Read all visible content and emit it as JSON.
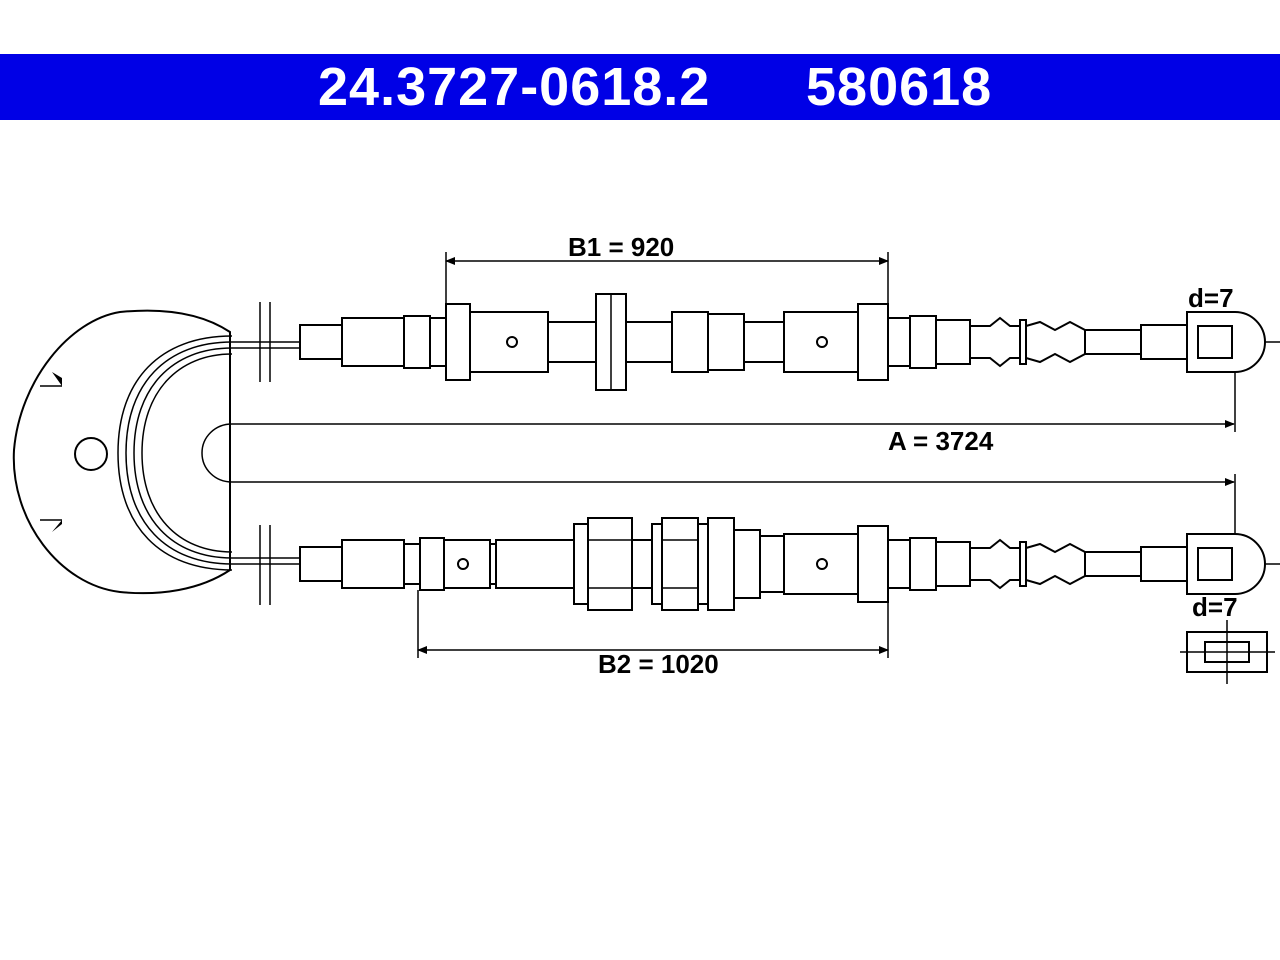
{
  "header": {
    "part_number": "24.3727-0618.2",
    "reference_number": "580618",
    "background_color": "#0000e6",
    "text_color": "#ffffff"
  },
  "dimensions": {
    "b1": "B1 = 920",
    "b2": "B2 = 1020",
    "a": "A = 3724",
    "d_top": "d=7",
    "d_bottom": "d=7"
  }
}
